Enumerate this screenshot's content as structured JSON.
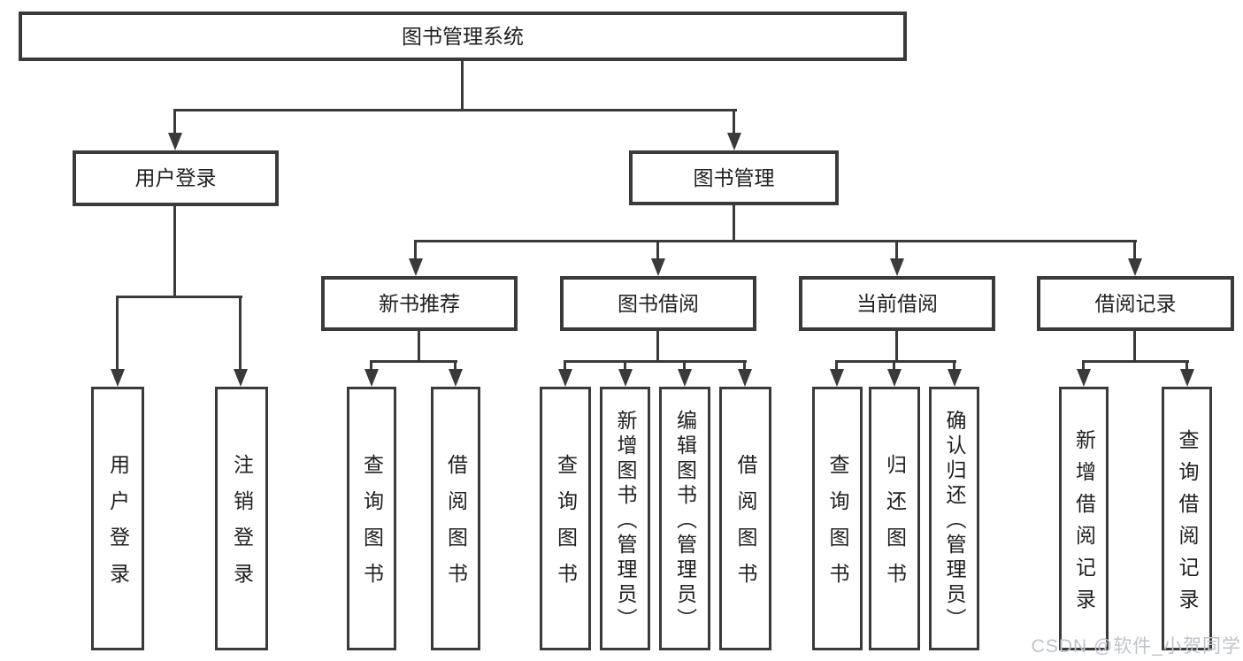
{
  "diagram_type": "hierarchy-tree",
  "root": {
    "label": "图书管理系统"
  },
  "level2": [
    {
      "label": "用户登录"
    },
    {
      "label": "图书管理"
    }
  ],
  "level3": [
    {
      "label": "新书推荐"
    },
    {
      "label": "图书借阅"
    },
    {
      "label": "当前借阅"
    },
    {
      "label": "借阅记录"
    }
  ],
  "leaf_groups": [
    {
      "parent": "用户登录",
      "items": [
        "用户登录",
        "注销登录"
      ]
    },
    {
      "parent": "新书推荐",
      "items": [
        "查询图书",
        "借阅图书"
      ]
    },
    {
      "parent": "图书借阅",
      "items": [
        "查询图书",
        "新增图书（管理员）",
        "编辑图书（管理员）",
        "借阅图书"
      ]
    },
    {
      "parent": "当前借阅",
      "items": [
        "查询图书",
        "归还图书",
        "确认归还（管理员）"
      ]
    },
    {
      "parent": "借阅记录",
      "items": [
        "新增借阅记录",
        "查询借阅记录"
      ]
    }
  ],
  "watermark": {
    "text": "CSDN @软件_小贺同学"
  },
  "colors": {
    "line": "#3a3a3a",
    "text": "#202020",
    "watermark": "#bfc3c9",
    "background": "#ffffff"
  }
}
